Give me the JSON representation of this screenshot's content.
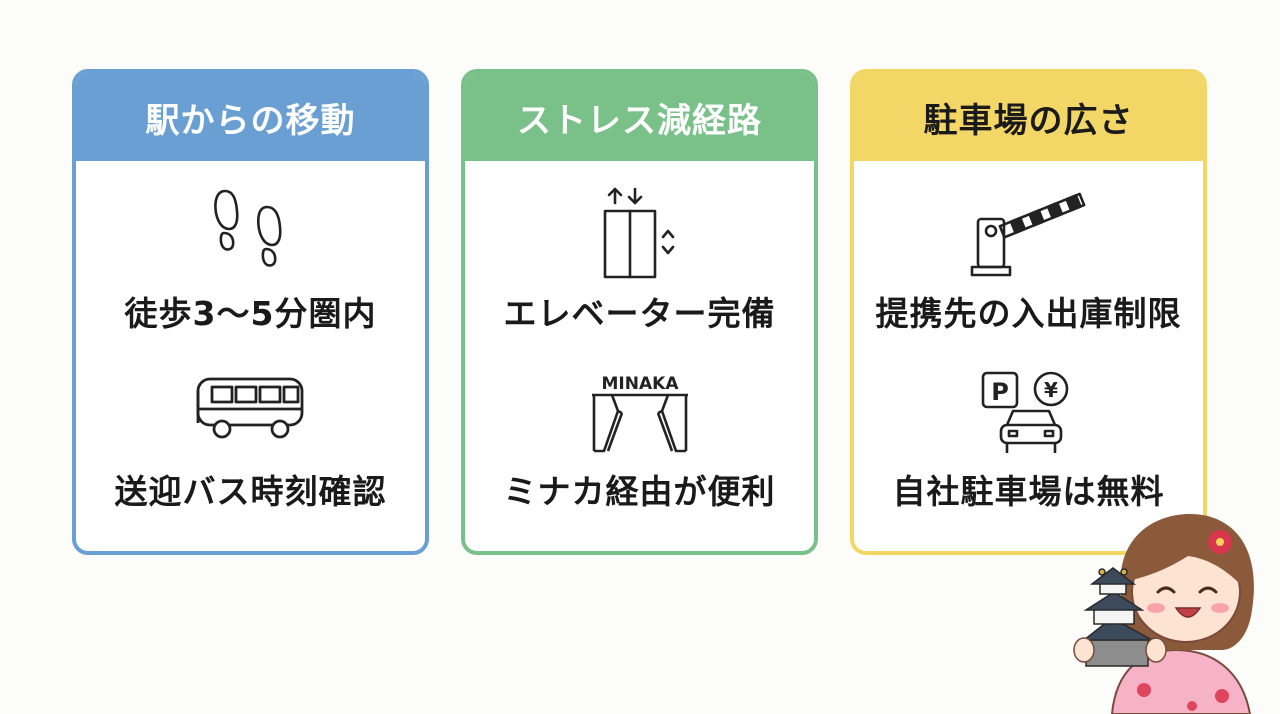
{
  "cards": [
    {
      "title": "駅からの移動",
      "color": "#6a9fd3",
      "items": [
        {
          "icon": "footprints-icon",
          "label": "徒歩3〜5分圏内"
        },
        {
          "icon": "bus-icon",
          "label": "送迎バス時刻確認"
        }
      ]
    },
    {
      "title": "ストレス減経路",
      "color": "#79c189",
      "items": [
        {
          "icon": "elevator-icon",
          "label": "エレベーター完備"
        },
        {
          "icon": "minaka-gate-icon",
          "label": "ミナカ経由が便利",
          "icon_text": "MINAKA"
        }
      ]
    },
    {
      "title": "駐車場の広さ",
      "color": "#f3d766",
      "items": [
        {
          "icon": "parking-barrier-icon",
          "label": "提携先の入出庫制限"
        },
        {
          "icon": "parking-fee-icon",
          "label": "自社駐車場は無料",
          "icon_text_p": "P",
          "icon_text_yen": "¥"
        }
      ]
    }
  ]
}
